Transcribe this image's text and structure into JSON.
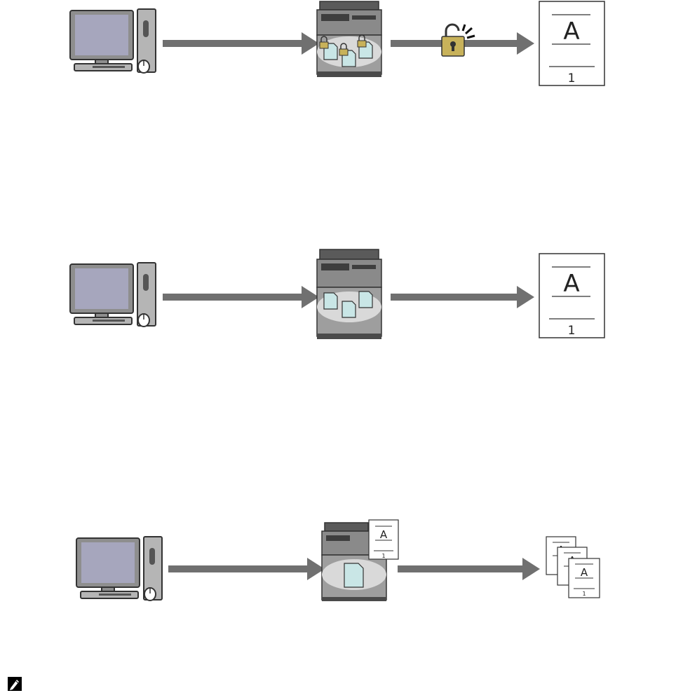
{
  "diagrams": [
    {
      "name": "secure-print-flow",
      "page_letter": "A",
      "page_number": "1"
    },
    {
      "name": "stored-print-flow",
      "page_letter": "A",
      "page_number": "1"
    },
    {
      "name": "proof-print-flow",
      "sample_letter": "A",
      "sample_number": "1",
      "output_pages": [
        {
          "letter": "A",
          "number": "1"
        },
        {
          "letter": "A",
          "number": "1"
        },
        {
          "letter": "A",
          "number": "1"
        }
      ]
    }
  ],
  "colors": {
    "arrow": "#707070",
    "monitor_screen": "#a6a6bd",
    "device_body": "#9e9e9e",
    "device_dark": "#4a4a4a",
    "storage_ellipse": "#d9d9d9",
    "document": "#c9e6e6",
    "lock": "#c8b25a"
  },
  "icons": [
    "computer-icon",
    "printer-icon",
    "document-icon",
    "lock-icon",
    "unlock-icon",
    "note-pencil-icon"
  ]
}
